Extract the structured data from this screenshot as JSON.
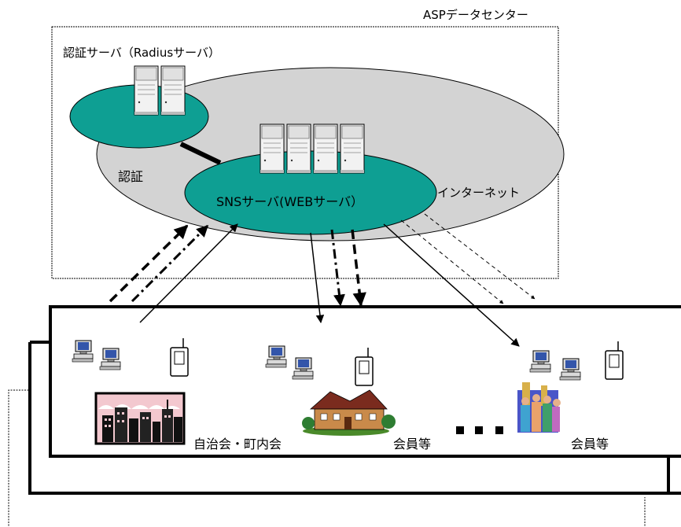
{
  "title": "ASPデータセンター",
  "auth_server_label": "認証サーバ（Radiusサーバ）",
  "auth_label": "認証",
  "sns_server_label": "SNSサーバ(WEBサーバ）",
  "internet_label": "インターネット",
  "community_label": "自治会・町内会",
  "member_label_1": "会員等",
  "member_label_2": "会員等",
  "colors": {
    "internet_cloud": "#d3d3d3",
    "server_zone": "#0e9f93",
    "outline": "#000000"
  },
  "icons": {
    "server": "server-icon",
    "computer": "computer-icon",
    "phone": "mobile-phone-icon",
    "city": "city-clipart-icon",
    "house": "house-clipart-icon",
    "people": "people-clipart-icon"
  }
}
